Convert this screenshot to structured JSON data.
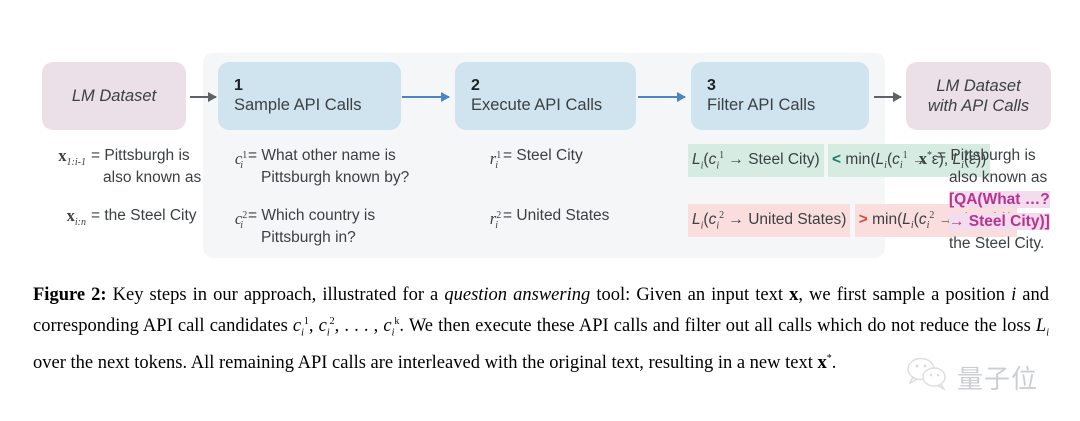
{
  "figure": {
    "left_box": {
      "line1": "LM Dataset"
    },
    "right_box": {
      "line1": "LM Dataset",
      "line2": "with API Calls"
    },
    "steps": [
      {
        "number": "1",
        "title": "Sample API Calls"
      },
      {
        "number": "2",
        "title": "Execute API Calls"
      },
      {
        "number": "3",
        "title": "Filter API Calls"
      }
    ],
    "input_vars": [
      {
        "symbol": "x",
        "sub": "1:i-1",
        "eq": "=",
        "value_line1": "Pittsburgh is",
        "value_line2": "also known as"
      },
      {
        "symbol": "x",
        "sub": "i:n",
        "eq": "=",
        "value_line1": "the Steel City"
      }
    ],
    "sampled_calls": [
      {
        "symbol": "c",
        "sub": "i",
        "sup": "1",
        "eq": "=",
        "value_line1": "What other name is",
        "value_line2": "Pittsburgh known by?"
      },
      {
        "symbol": "c",
        "sub": "i",
        "sup": "2",
        "eq": "=",
        "value_line1": "Which country is",
        "value_line2": "Pittsburgh in?"
      }
    ],
    "responses": [
      {
        "symbol": "r",
        "sub": "i",
        "sup": "1",
        "eq": "=",
        "value": "Steel City"
      },
      {
        "symbol": "r",
        "sub": "i",
        "sup": "2",
        "eq": "=",
        "value": "United States"
      }
    ],
    "filters": [
      {
        "status": "kept",
        "line1": "Li(ci1 → Steel City)",
        "line2_operator": "<",
        "line2": "min(Li(ci1 → ε), Li(ε))"
      },
      {
        "status": "discarded",
        "line1": "Li(ci2 → United States)",
        "line2_operator": ">",
        "line2": "min(Li(ci2 → ε), Li(ε))"
      }
    ],
    "output_var": {
      "symbol": "x",
      "sup": "*",
      "eq": "=",
      "line1": "Pittsburgh is",
      "line2": "also known as",
      "api_line1": "[QA(What …?",
      "api_line2": "→ Steel City)]",
      "line3": "the Steel City."
    },
    "colors": {
      "panel": "#f5f6f7",
      "dataset_box": "#ece0e8",
      "step_box": "#cfe4ef",
      "arrow_blue": "#4a86c5",
      "arrow_gray": "#5f6368",
      "highlight_green": "#d6ece3",
      "highlight_pink": "#fadedd",
      "highlight_magenta": "#f3dced",
      "symbol_green": "#17806a",
      "symbol_red": "#d24b3e"
    }
  },
  "caption": {
    "label": "Figure 2:",
    "part1": " Key steps in our approach, illustrated for a ",
    "emphasis": "question answering",
    "part2": " tool: Given an input text ",
    "bold_x": "x",
    "part3": ", we first sample a position ",
    "italic_i": "i",
    "part4": " and corresponding API call candidates ",
    "math1": "c",
    "part5": ". We then execute these API calls and filter out all calls which do not reduce the loss ",
    "math2": "L",
    "part6": " over the next tokens. All remaining API calls are interleaved with the original text, resulting in a new text ",
    "bold_x2": "x",
    "part7": "."
  },
  "watermark": {
    "text": "量子位"
  }
}
